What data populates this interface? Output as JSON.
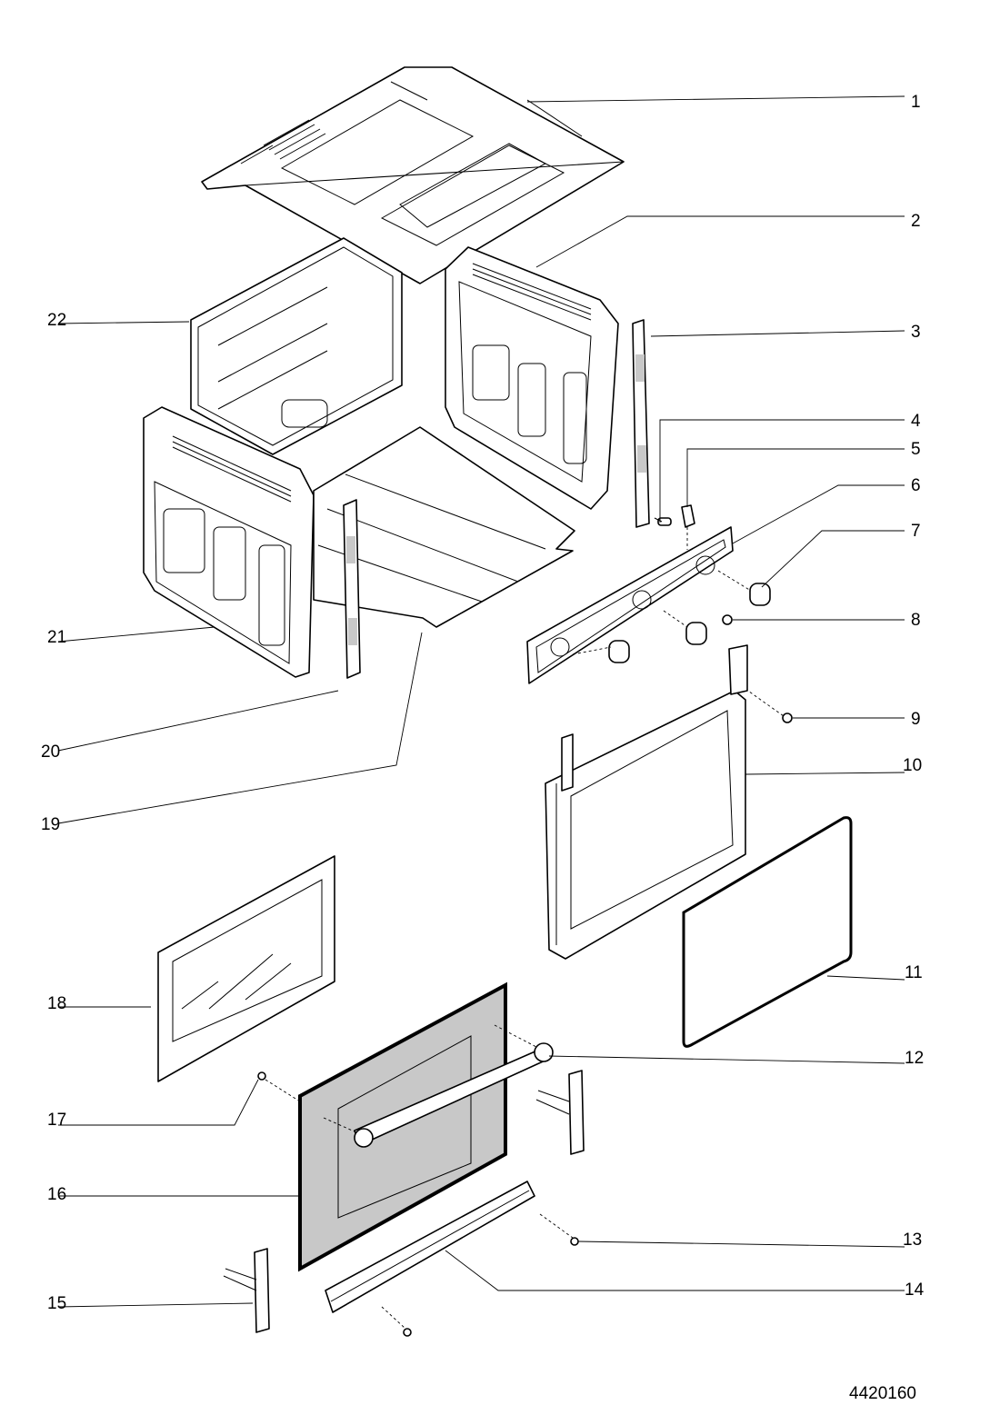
{
  "diagram": {
    "drawing_code": "4420160",
    "callouts": [
      {
        "id": 1,
        "label": "1"
      },
      {
        "id": 2,
        "label": "2"
      },
      {
        "id": 3,
        "label": "3"
      },
      {
        "id": 4,
        "label": "4"
      },
      {
        "id": 5,
        "label": "5"
      },
      {
        "id": 6,
        "label": "6"
      },
      {
        "id": 7,
        "label": "7"
      },
      {
        "id": 8,
        "label": "8"
      },
      {
        "id": 9,
        "label": "9"
      },
      {
        "id": 10,
        "label": "10"
      },
      {
        "id": 11,
        "label": "11"
      },
      {
        "id": 12,
        "label": "12"
      },
      {
        "id": 13,
        "label": "13"
      },
      {
        "id": 14,
        "label": "14"
      },
      {
        "id": 15,
        "label": "15"
      },
      {
        "id": 16,
        "label": "16"
      },
      {
        "id": 17,
        "label": "17"
      },
      {
        "id": 18,
        "label": "18"
      },
      {
        "id": 19,
        "label": "19"
      },
      {
        "id": 20,
        "label": "20"
      },
      {
        "id": 21,
        "label": "21"
      },
      {
        "id": 22,
        "label": "22"
      }
    ]
  }
}
